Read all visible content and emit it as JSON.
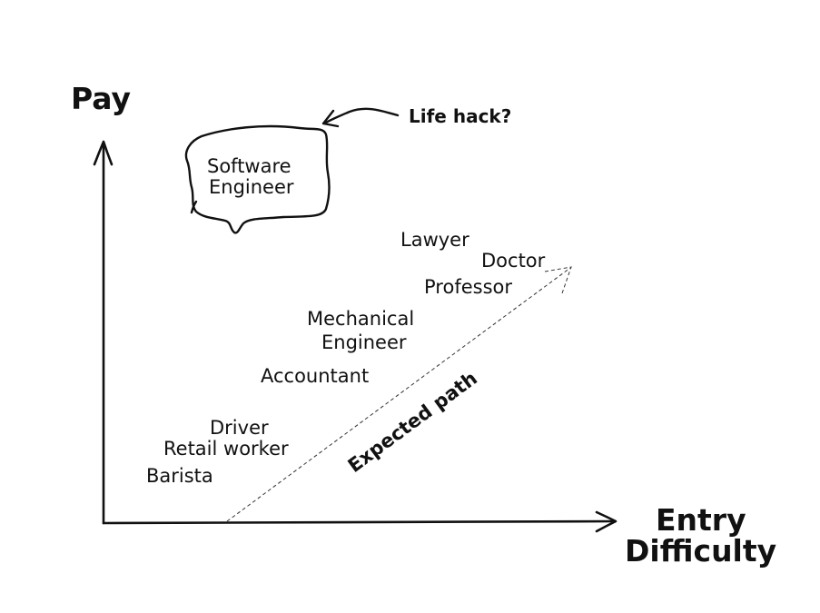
{
  "axes": {
    "y_label": "Pay",
    "x_label_line1": "Entry",
    "x_label_line2": "Difficulty"
  },
  "callout": {
    "label": "Life hack?",
    "highlight_line1": "Software",
    "highlight_line2": "Engineer"
  },
  "path_label": "Expected path",
  "jobs": {
    "lawyer": "Lawyer",
    "doctor": "Doctor",
    "professor": "Professor",
    "mech_line1": "Mechanical",
    "mech_line2": "Engineer",
    "accountant": "Accountant",
    "driver": "Driver",
    "retail": "Retail worker",
    "barista": "Barista"
  },
  "colors": {
    "ink": "#111111",
    "background": "#ffffff"
  }
}
